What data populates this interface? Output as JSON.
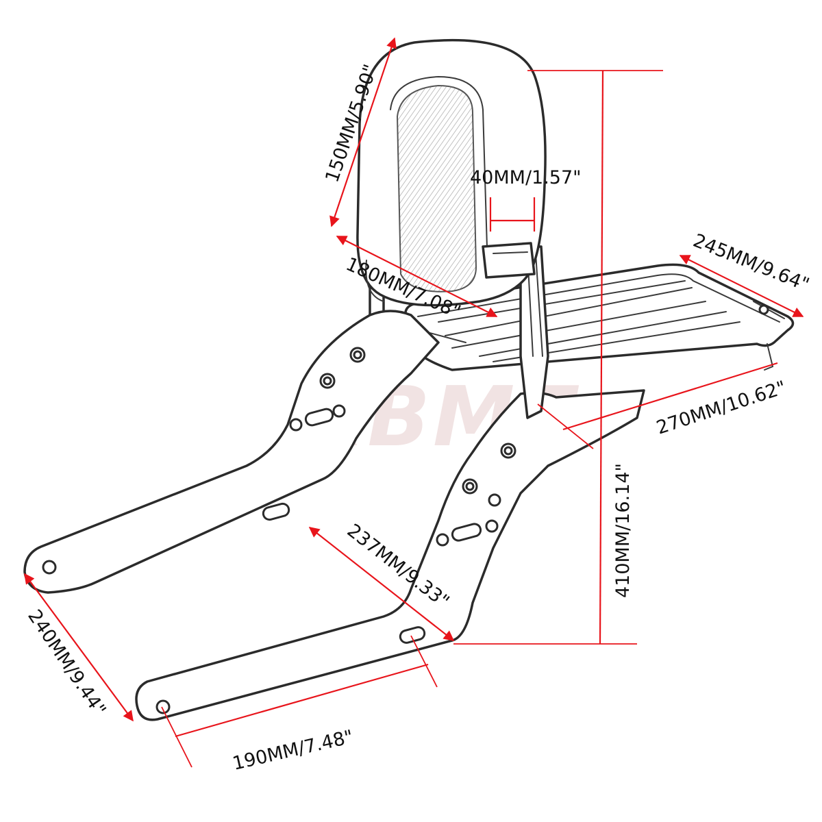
{
  "watermark": "XBMT",
  "colors": {
    "dimension": "#e8141b",
    "outline": "#2b2b2b",
    "watermark": "#f1e3e3"
  },
  "dimensions": {
    "pad_height": "150MM/5.90\"",
    "pad_width": "180MM/7.08\"",
    "upright_width": "40MM/1.57\"",
    "rack_width": "245MM/9.64\"",
    "rack_length": "270MM/10.62\"",
    "total_height": "410MM/16.14\"",
    "arm_length": "237MM/9.33\"",
    "front_span": "240MM/9.44\"",
    "rear_span": "190MM/7.48\""
  }
}
